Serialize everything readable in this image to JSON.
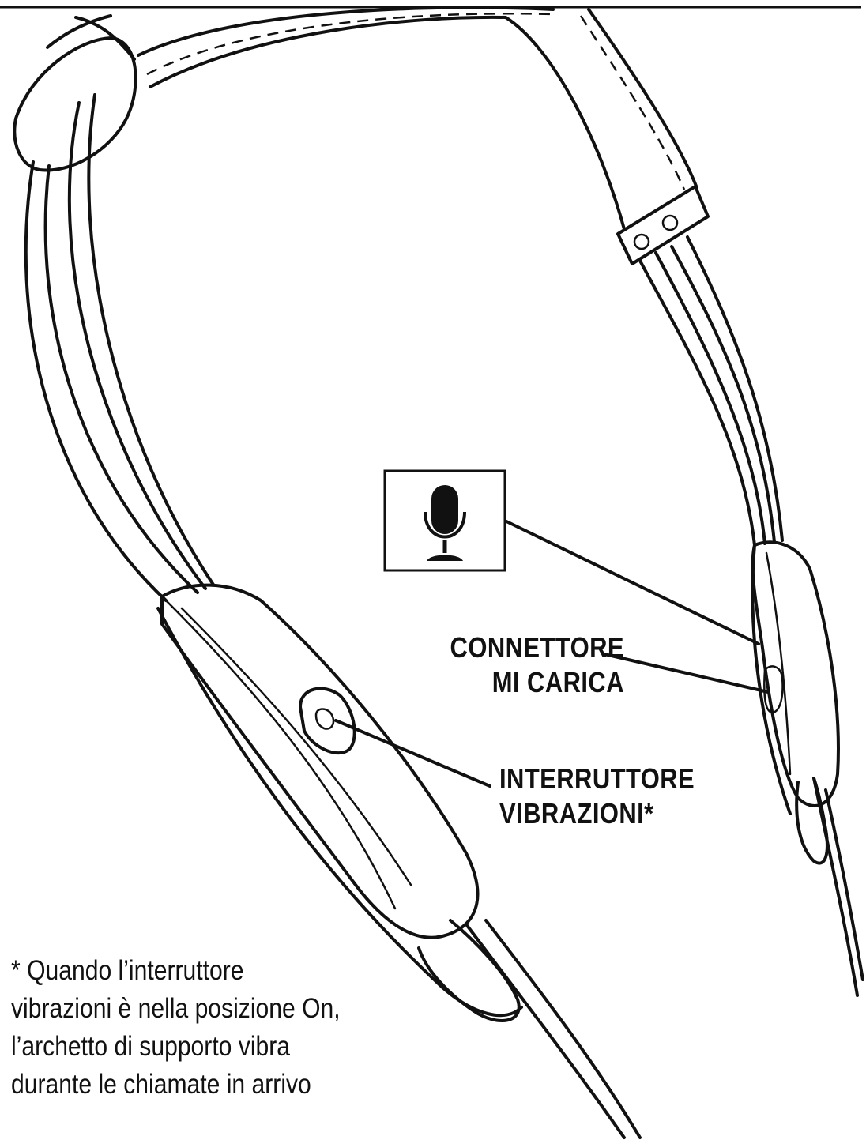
{
  "labels": {
    "charge_connector": {
      "line1": "CONNETTORE",
      "line2": "MI CARICA"
    },
    "vibration_switch": {
      "line1": "INTERRUTTORE",
      "line2": "VIBRAZIONI*"
    }
  },
  "footnote": {
    "line1": "* Quando l’interruttore",
    "line2": "vibrazioni è nella posizione On,",
    "line3": "l’archetto di supporto vibra",
    "line4": "durante le chiamate in arrivo"
  },
  "icons": {
    "callout_icon": "microphone-icon"
  },
  "colors": {
    "ink": "#111111",
    "background": "#ffffff"
  }
}
